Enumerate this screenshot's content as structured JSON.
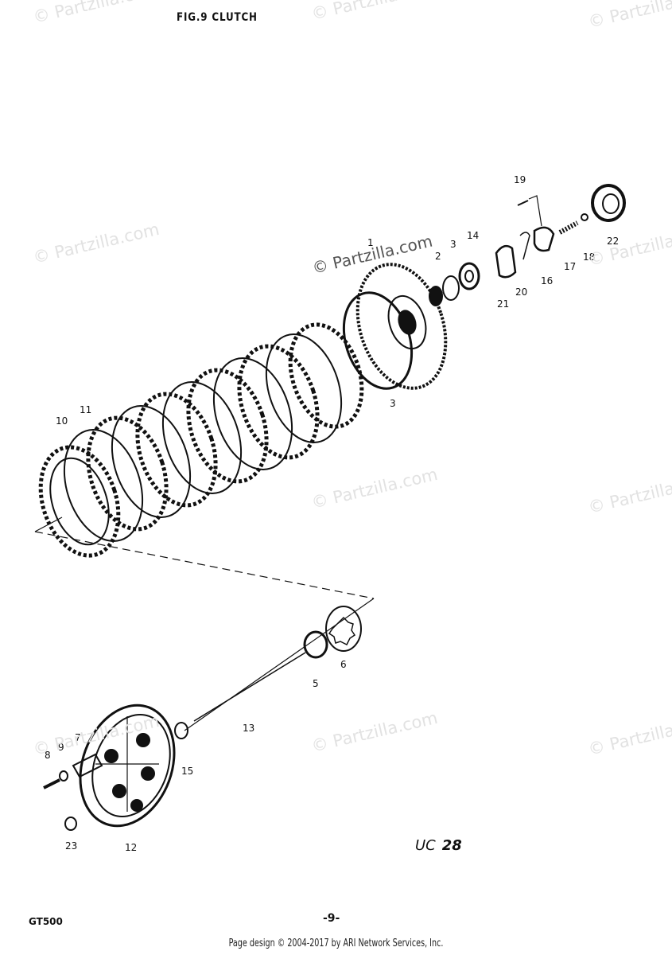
{
  "title": "FIG.9  CLUTCH",
  "model": "GT500",
  "page_number": "-9-",
  "drawing_code": {
    "prefix": "UC",
    "number": "28"
  },
  "credit": "Page design © 2004-2017 by ARI Network Services, Inc.",
  "watermark": "© Partzilla.com",
  "callouts": [
    "1",
    "2",
    "3",
    "3",
    "5",
    "6",
    "7",
    "8",
    "9",
    "10",
    "11",
    "12",
    "13",
    "14",
    "15",
    "16",
    "17",
    "18",
    "19",
    "20",
    "21",
    "22",
    "23"
  ]
}
